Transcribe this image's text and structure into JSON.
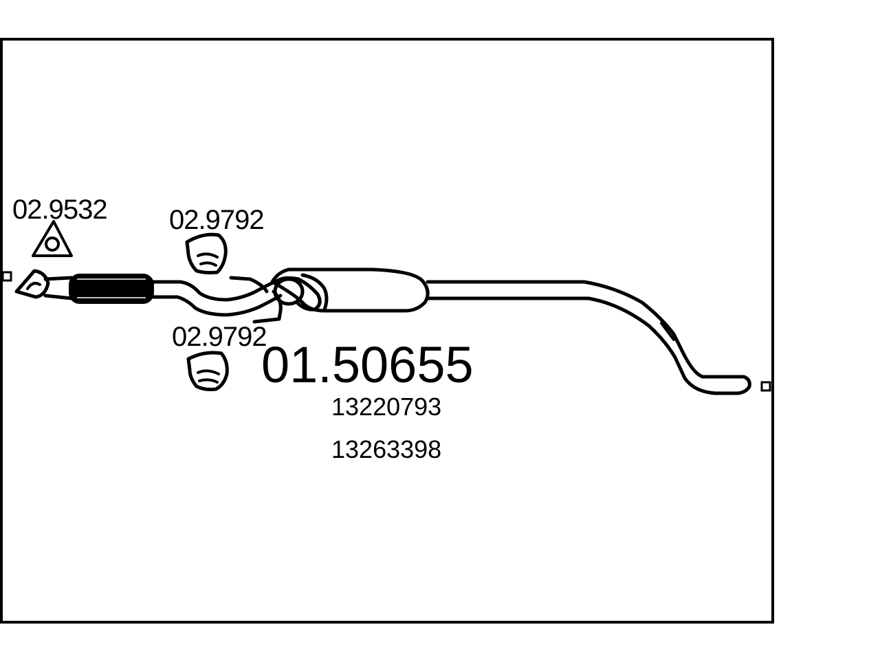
{
  "parts": {
    "gasket": {
      "number": "02.9532",
      "icon": "triangular-gasket-icon"
    },
    "clamp_top": {
      "number": "02.9792",
      "icon": "pipe-clamp-icon"
    },
    "clamp_bottom": {
      "number": "02.9792",
      "icon": "pipe-clamp-icon"
    }
  },
  "main_part": {
    "number": "01.50655",
    "oe_numbers": [
      "13220793",
      "13263398"
    ]
  },
  "colors": {
    "line": "#000000",
    "background": "#ffffff"
  }
}
